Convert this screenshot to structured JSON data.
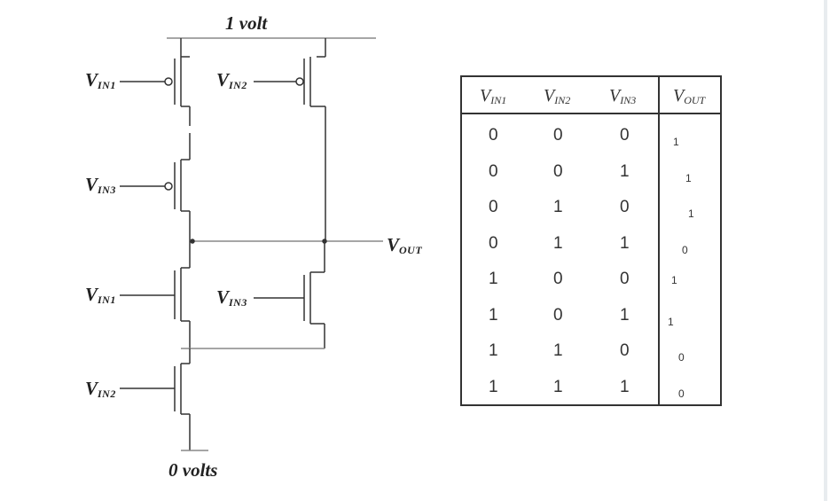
{
  "circuit": {
    "supply_label": "1 volt",
    "ground_label": "0 volts",
    "output_label": {
      "main": "V",
      "sub": "OUT"
    },
    "pmos_labels": [
      {
        "main": "V",
        "sub": "IN1"
      },
      {
        "main": "V",
        "sub": "IN2"
      },
      {
        "main": "V",
        "sub": "IN3"
      }
    ],
    "nmos_labels": [
      {
        "main": "V",
        "sub": "IN1"
      },
      {
        "main": "V",
        "sub": "IN3"
      },
      {
        "main": "V",
        "sub": "IN2"
      }
    ]
  },
  "truth_table": {
    "headers": [
      {
        "main": "V",
        "sub": "IN1"
      },
      {
        "main": "V",
        "sub": "IN2"
      },
      {
        "main": "V",
        "sub": "IN3"
      },
      {
        "main": "V",
        "sub": "OUT"
      }
    ],
    "rows": [
      [
        "0",
        "0",
        "0",
        "1"
      ],
      [
        "0",
        "0",
        "1",
        "1"
      ],
      [
        "0",
        "1",
        "0",
        "1"
      ],
      [
        "0",
        "1",
        "1",
        "0"
      ],
      [
        "1",
        "0",
        "0",
        "1"
      ],
      [
        "1",
        "0",
        "1",
        "1"
      ],
      [
        "1",
        "1",
        "0",
        "0"
      ],
      [
        "1",
        "1",
        "1",
        "0"
      ]
    ]
  }
}
